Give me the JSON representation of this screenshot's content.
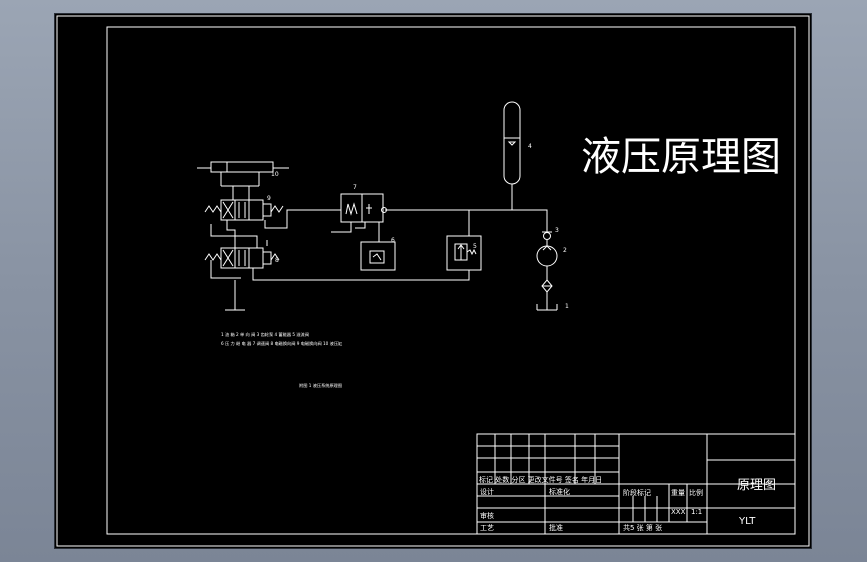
{
  "drawing_title": "液压原理图",
  "component_numbers": {
    "n1": "1",
    "n2": "2",
    "n3": "3",
    "n4": "4",
    "n5": "5",
    "n6": "6",
    "n7": "7",
    "n8": "8",
    "n9": "9",
    "n10": "10"
  },
  "notes": {
    "line1": "1 油 箱   2 单 向 阀   3 齿轮泵   4 蓄能器   5 溢流阀",
    "line2": "6 压 力 继 电 器   7 调速阀   8 电磁换向阀   9 电磁换向阀   10 液压缸",
    "caption": "附图 1 液压系统原理图"
  },
  "title_block": {
    "revision_header": "标记 处数 分区 更改文件号 签名 年月日",
    "design": "设计",
    "standardize": "标准化",
    "stage_mark": "阶段标记",
    "weight": "重量",
    "scale": "比例",
    "weight_value": "XXX",
    "scale_value": "1:1",
    "review": "审核",
    "process": "工艺",
    "approve": "批准",
    "sheet_info": "共5 张 第 张",
    "drawing_name": "原理图",
    "drawing_code": "YLT"
  }
}
